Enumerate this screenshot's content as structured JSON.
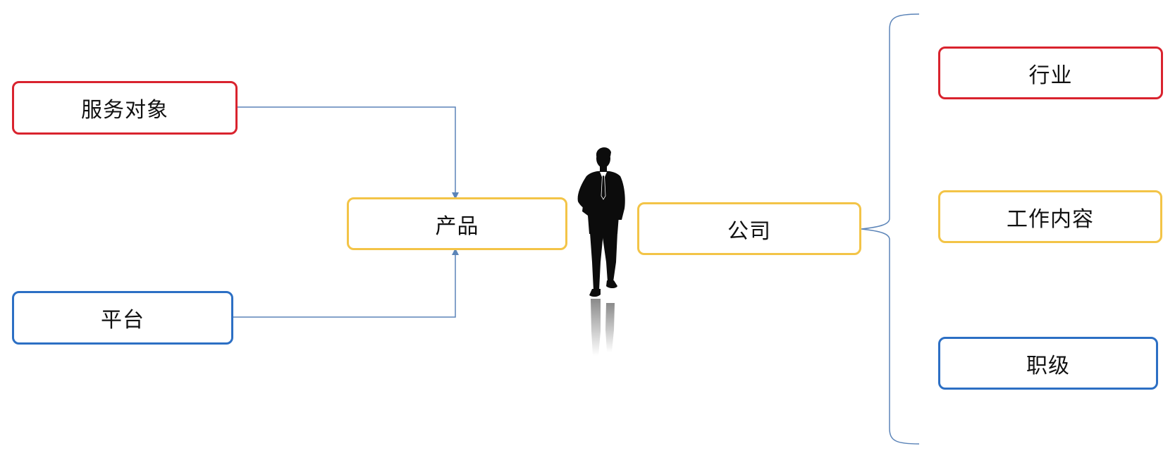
{
  "nodes": {
    "service_target": "服务对象",
    "platform": "平台",
    "product": "产品",
    "company": "公司",
    "industry": "行业",
    "work_content": "工作内容",
    "job_level": "职级"
  },
  "colors": {
    "red": "#d9232e",
    "yellow": "#f3c447",
    "blue": "#2c6fc4",
    "connector": "#5b84b8",
    "silhouette": "#0c0c0c"
  },
  "icons": {
    "figure": "businessman-silhouette-icon",
    "brace": "right-curly-brace"
  }
}
